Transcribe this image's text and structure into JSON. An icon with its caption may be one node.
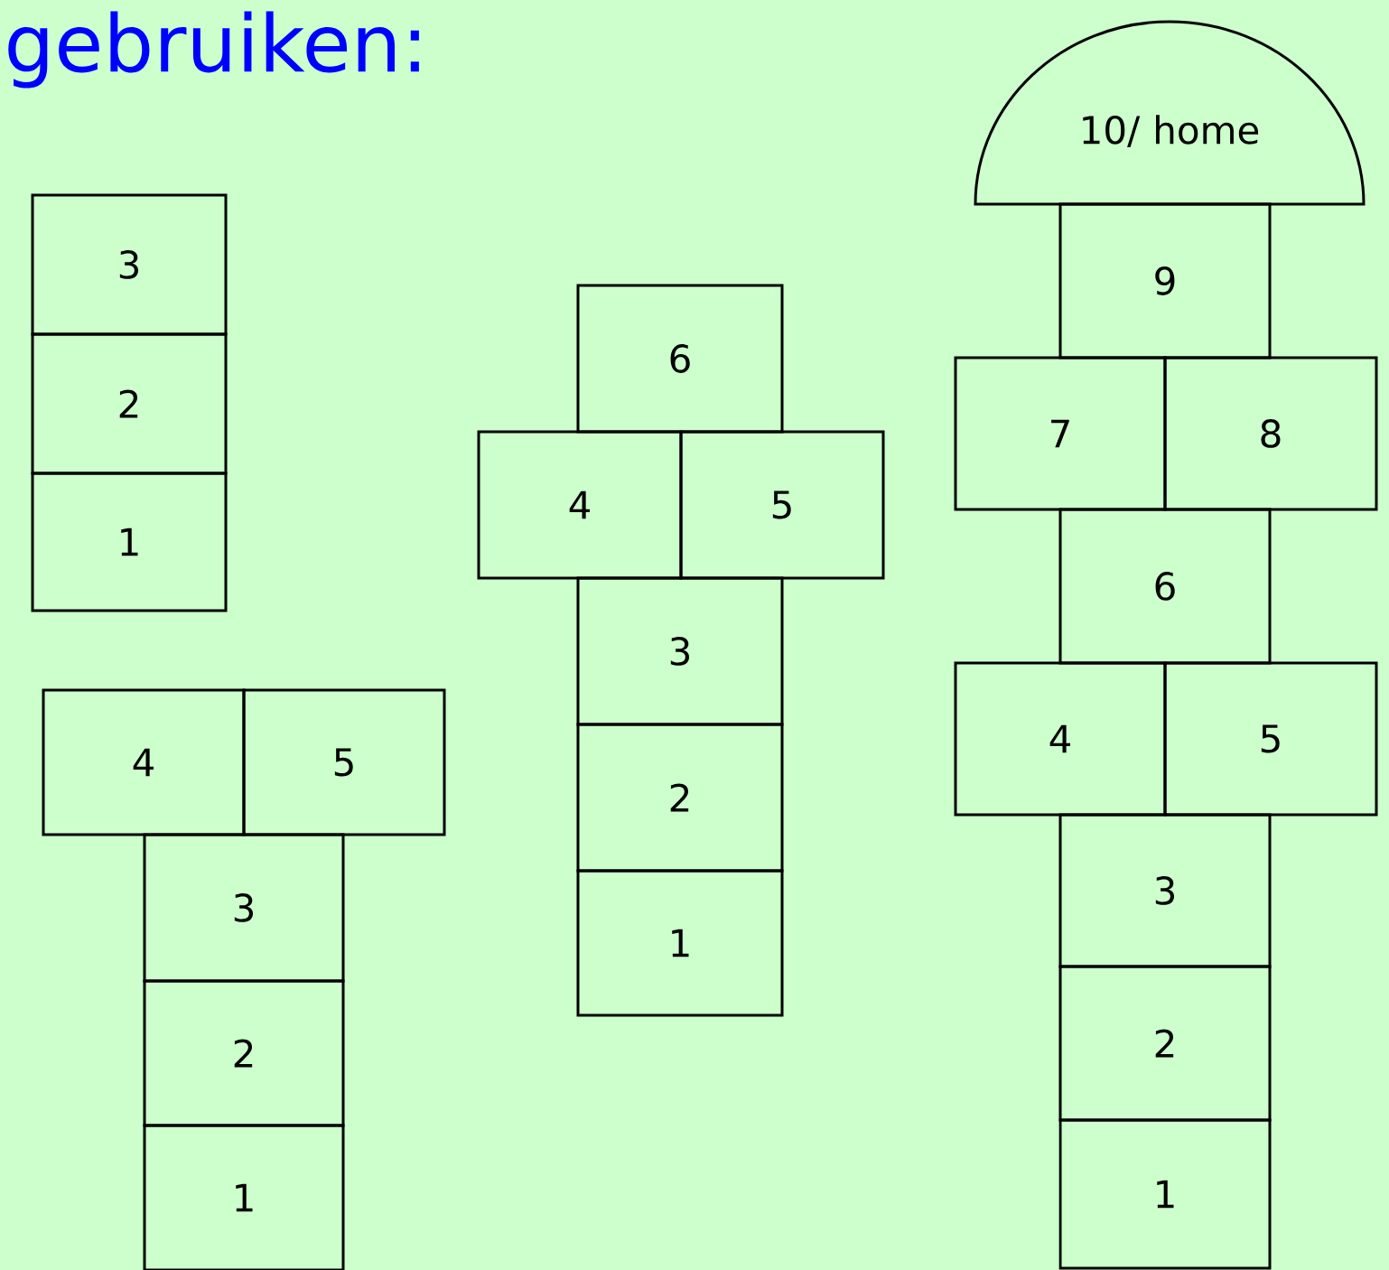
{
  "diagram": {
    "title": "gebruiken:",
    "nodes": [
      {
        "text": [
          "3"
        ]
      },
      {
        "text": [
          "2"
        ]
      },
      {
        "text": [
          "1"
        ]
      },
      {
        "text": [
          "4"
        ]
      },
      {
        "text": [
          "5"
        ]
      },
      {
        "text": [
          "3"
        ]
      },
      {
        "text": [
          "2"
        ]
      },
      {
        "text": [
          "1"
        ]
      },
      {
        "text": [
          "6"
        ]
      },
      {
        "text": [
          "4"
        ]
      },
      {
        "text": [
          "5"
        ]
      },
      {
        "text": [
          "3"
        ]
      },
      {
        "text": [
          "2"
        ]
      },
      {
        "text": [
          "1"
        ]
      },
      {
        "text": [
          "10/ home"
        ]
      },
      {
        "text": [
          "9"
        ]
      },
      {
        "text": [
          "7"
        ]
      },
      {
        "text": [
          "8"
        ]
      },
      {
        "text": [
          "6"
        ]
      },
      {
        "text": [
          "4"
        ]
      },
      {
        "text": [
          "5"
        ]
      },
      {
        "text": [
          "3"
        ]
      },
      {
        "text": [
          "2"
        ]
      },
      {
        "text": [
          "1"
        ]
      }
    ]
  }
}
